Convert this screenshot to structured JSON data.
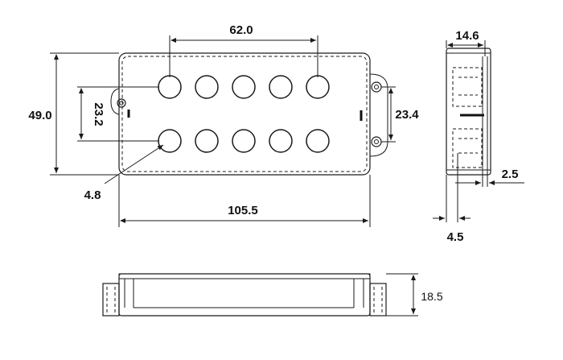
{
  "title": "",
  "top_view": {
    "dim_pole_span": "62.0",
    "dim_total_height": "49.0",
    "dim_row_spacing": "23.2",
    "dim_mount_hole_spacing": "23.4",
    "dim_pole_diameter": "4.8",
    "dim_total_length": "105.5"
  },
  "side_view": {
    "dim_depth": "14.6",
    "dim_flange": "2.5",
    "dim_offset": "4.5"
  },
  "front_view": {
    "dim_height": "18.5"
  }
}
